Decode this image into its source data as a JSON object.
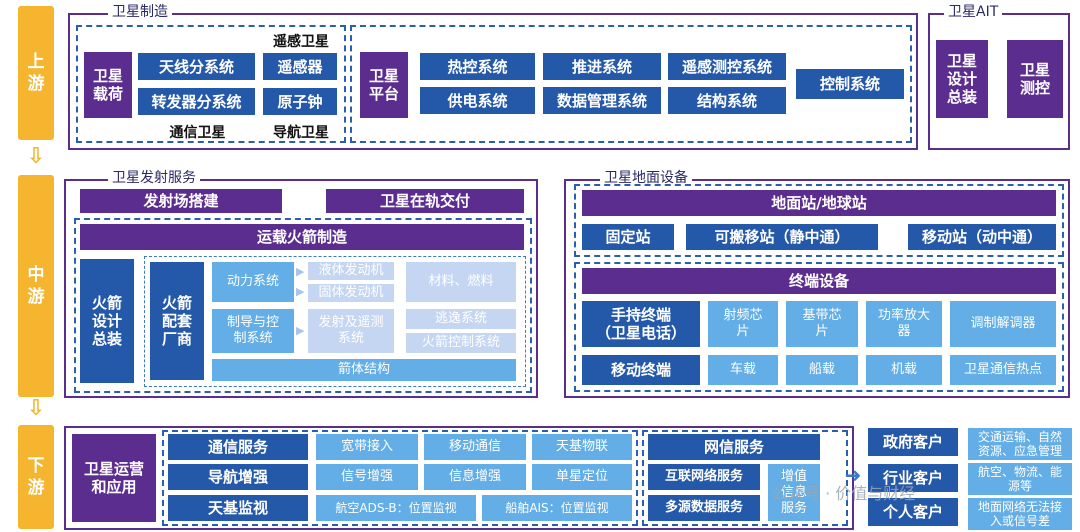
{
  "stages": {
    "up": "上\n游",
    "mid": "中\n游",
    "down": "下\n游"
  },
  "arrow": "⇩",
  "up": {
    "manufacturing": {
      "title": "卫星制造",
      "payload": "卫星\n载荷",
      "antenna": "天线分系统",
      "transponder": "转发器分系统",
      "comm_sat": "通信卫星",
      "rs_sat": "遥感卫星",
      "sensor": "遥感器",
      "atomic_clock": "原子钟",
      "nav_sat": "导航卫星",
      "platform": "卫星\n平台",
      "thermal": "热控系统",
      "power": "供电系统",
      "propulsion": "推进系统",
      "data_mgmt": "数据管理系统",
      "rs_tt": "遥感测控系统",
      "structure": "结构系统",
      "control": "控制系统"
    },
    "ait": {
      "title": "卫星AIT",
      "design": "卫星\n设计\n总装",
      "test": "卫星\n测控"
    }
  },
  "mid": {
    "launch": {
      "title": "卫星发射服务",
      "site": "发射场搭建",
      "delivery": "卫星在轨交付",
      "rocket": "运载火箭制造",
      "rocket_design": "火箭\n设计\n总装",
      "rocket_vendor": "火箭\n配套\n厂商",
      "power_sys": "动力系统",
      "liquid_engine": "液体发动机",
      "solid_engine": "固体发动机",
      "materials": "材料、燃料",
      "guidance": "制导与控\n制系统",
      "launch_tt": "发射及遥测\n系统",
      "escape": "逃逸系统",
      "rocket_ctrl": "火箭控制系统",
      "body": "箭体结构"
    },
    "ground": {
      "title": "卫星地面设备",
      "station": "地面站/地球站",
      "fixed": "固定站",
      "portable": "可搬移站（静中通）",
      "mobile_station": "移动站（动中通）",
      "terminal": "终端设备",
      "handheld": "手持终端\n（卫星电话）",
      "rf_chip": "射频芯\n片",
      "bb_chip": "基带芯\n片",
      "amplifier": "功率放大\n器",
      "modem": "调制解调器",
      "mobile_terminal": "移动终端",
      "vehicle": "车载",
      "ship": "船载",
      "aircraft": "机载",
      "hotspot": "卫星通信热点"
    }
  },
  "down": {
    "ops": "卫星运营\n和应用",
    "comm_service": "通信服务",
    "broadband": "宽带接入",
    "mobile_comm": "移动通信",
    "space_iot": "天基物联",
    "nav_aug": "导航增强",
    "signal_aug": "信号增强",
    "info_aug": "信息增强",
    "single_pos": "单星定位",
    "space_monitor": "天基监视",
    "ads_b": "航空ADS-B：位置监视",
    "ais": "船舶AIS：位置监视",
    "network_service": "网信服务",
    "internet_service": "互联网络服务",
    "multi_data": "多源数据服务",
    "value_added": "增值\n信息\n服务",
    "gov": "政府客户",
    "industry": "行业客户",
    "personal": "个人客户",
    "gov_desc": "交通运输、自然\n资源、应急管理",
    "industry_desc": "航空、物流、能\n源等",
    "personal_desc": "地面网络无法接\n入或信号差"
  },
  "watermark": "公众号 · 价值与财经"
}
